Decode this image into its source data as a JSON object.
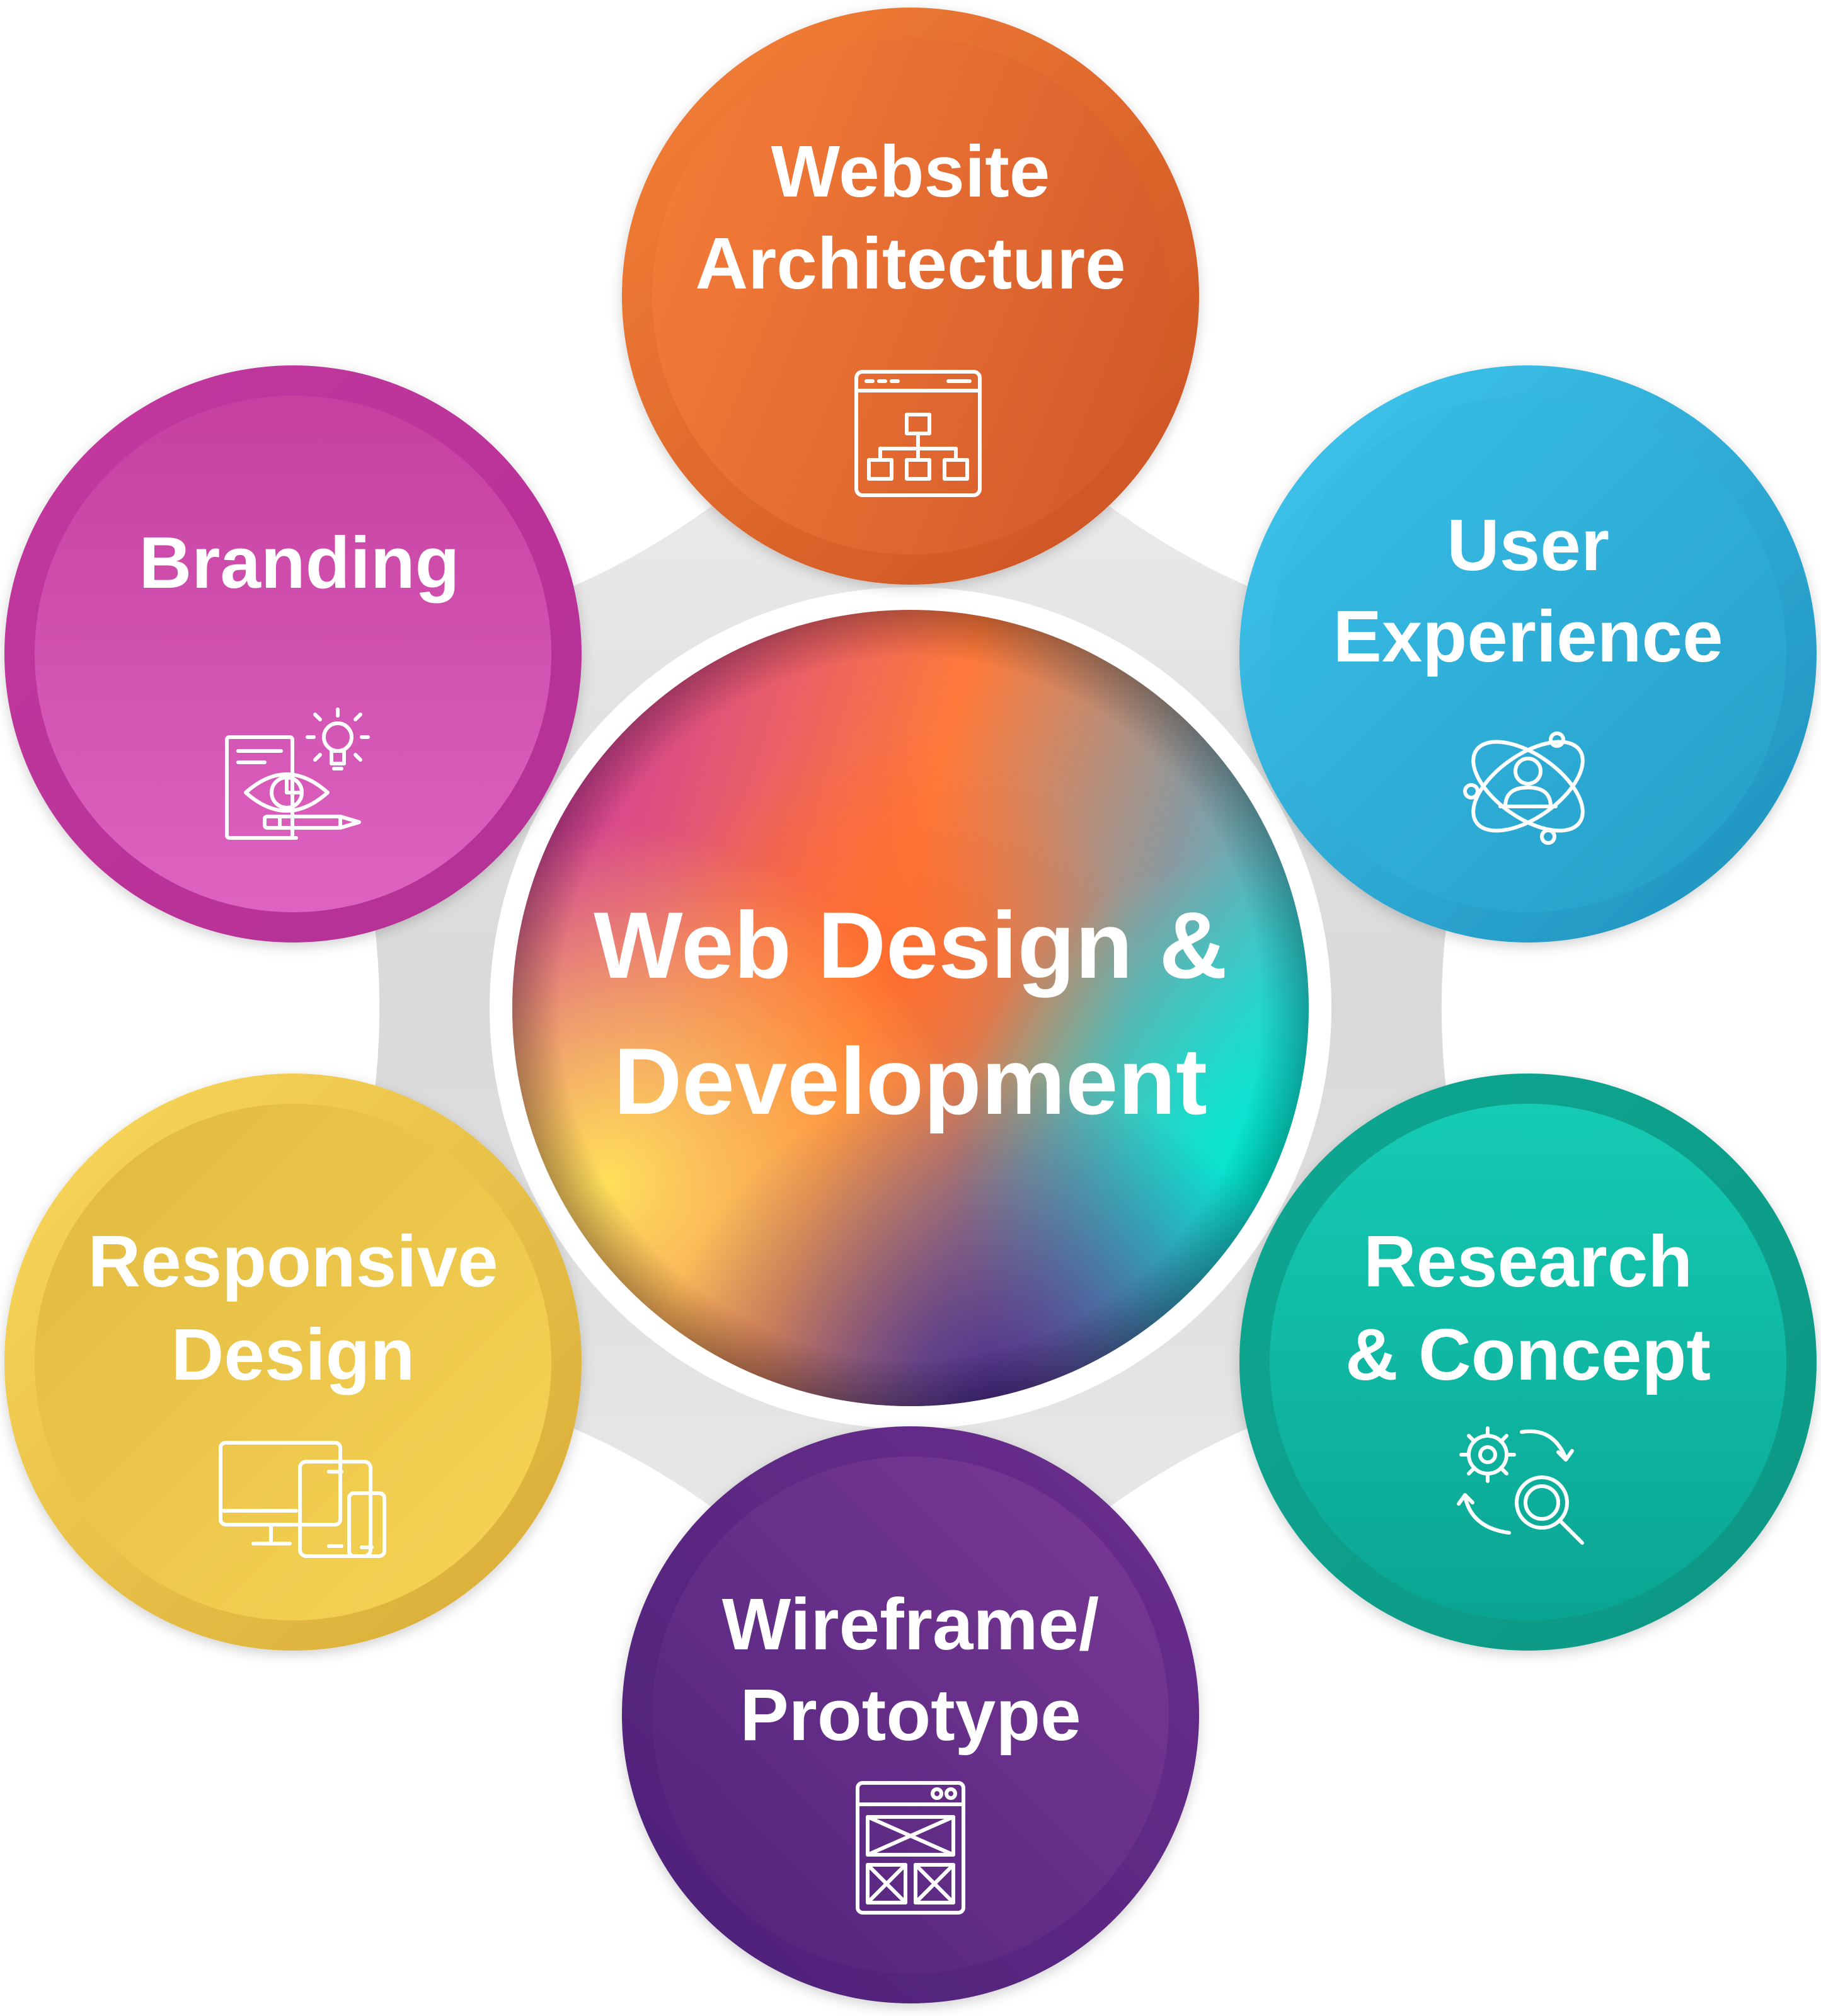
{
  "center": {
    "line1": "Web Design &",
    "line2": "Development"
  },
  "nodes": [
    {
      "key": "website-architecture",
      "line1": "Website",
      "line2": "Architecture",
      "icon": "sitemap-icon",
      "color_light": "#f47b36",
      "color_dark": "#cd5526"
    },
    {
      "key": "user-experience",
      "line1": "User",
      "line2": "Experience",
      "icon": "user-orbit-icon",
      "color_light": "#3cc4ee",
      "color_dark": "#2196c1"
    },
    {
      "key": "research-concept",
      "line1": "Research",
      "line2": "& Concept",
      "icon": "gear-search-icon",
      "color_light": "#12c9b3",
      "color_dark": "#07a08f"
    },
    {
      "key": "wireframe-prototype",
      "line1": "Wireframe/",
      "line2": "Prototype",
      "icon": "wireframe-icon",
      "color_light": "#7a3a96",
      "color_dark": "#4b2177"
    },
    {
      "key": "responsive-design",
      "line1": "Responsive",
      "line2": "Design",
      "icon": "devices-icon",
      "color_light": "#f8d658",
      "color_dark": "#dcb13c"
    },
    {
      "key": "branding",
      "line1": "Branding",
      "line2": "",
      "icon": "branding-eye-icon",
      "color_light": "#df63c1",
      "color_dark": "#b8359a"
    }
  ]
}
